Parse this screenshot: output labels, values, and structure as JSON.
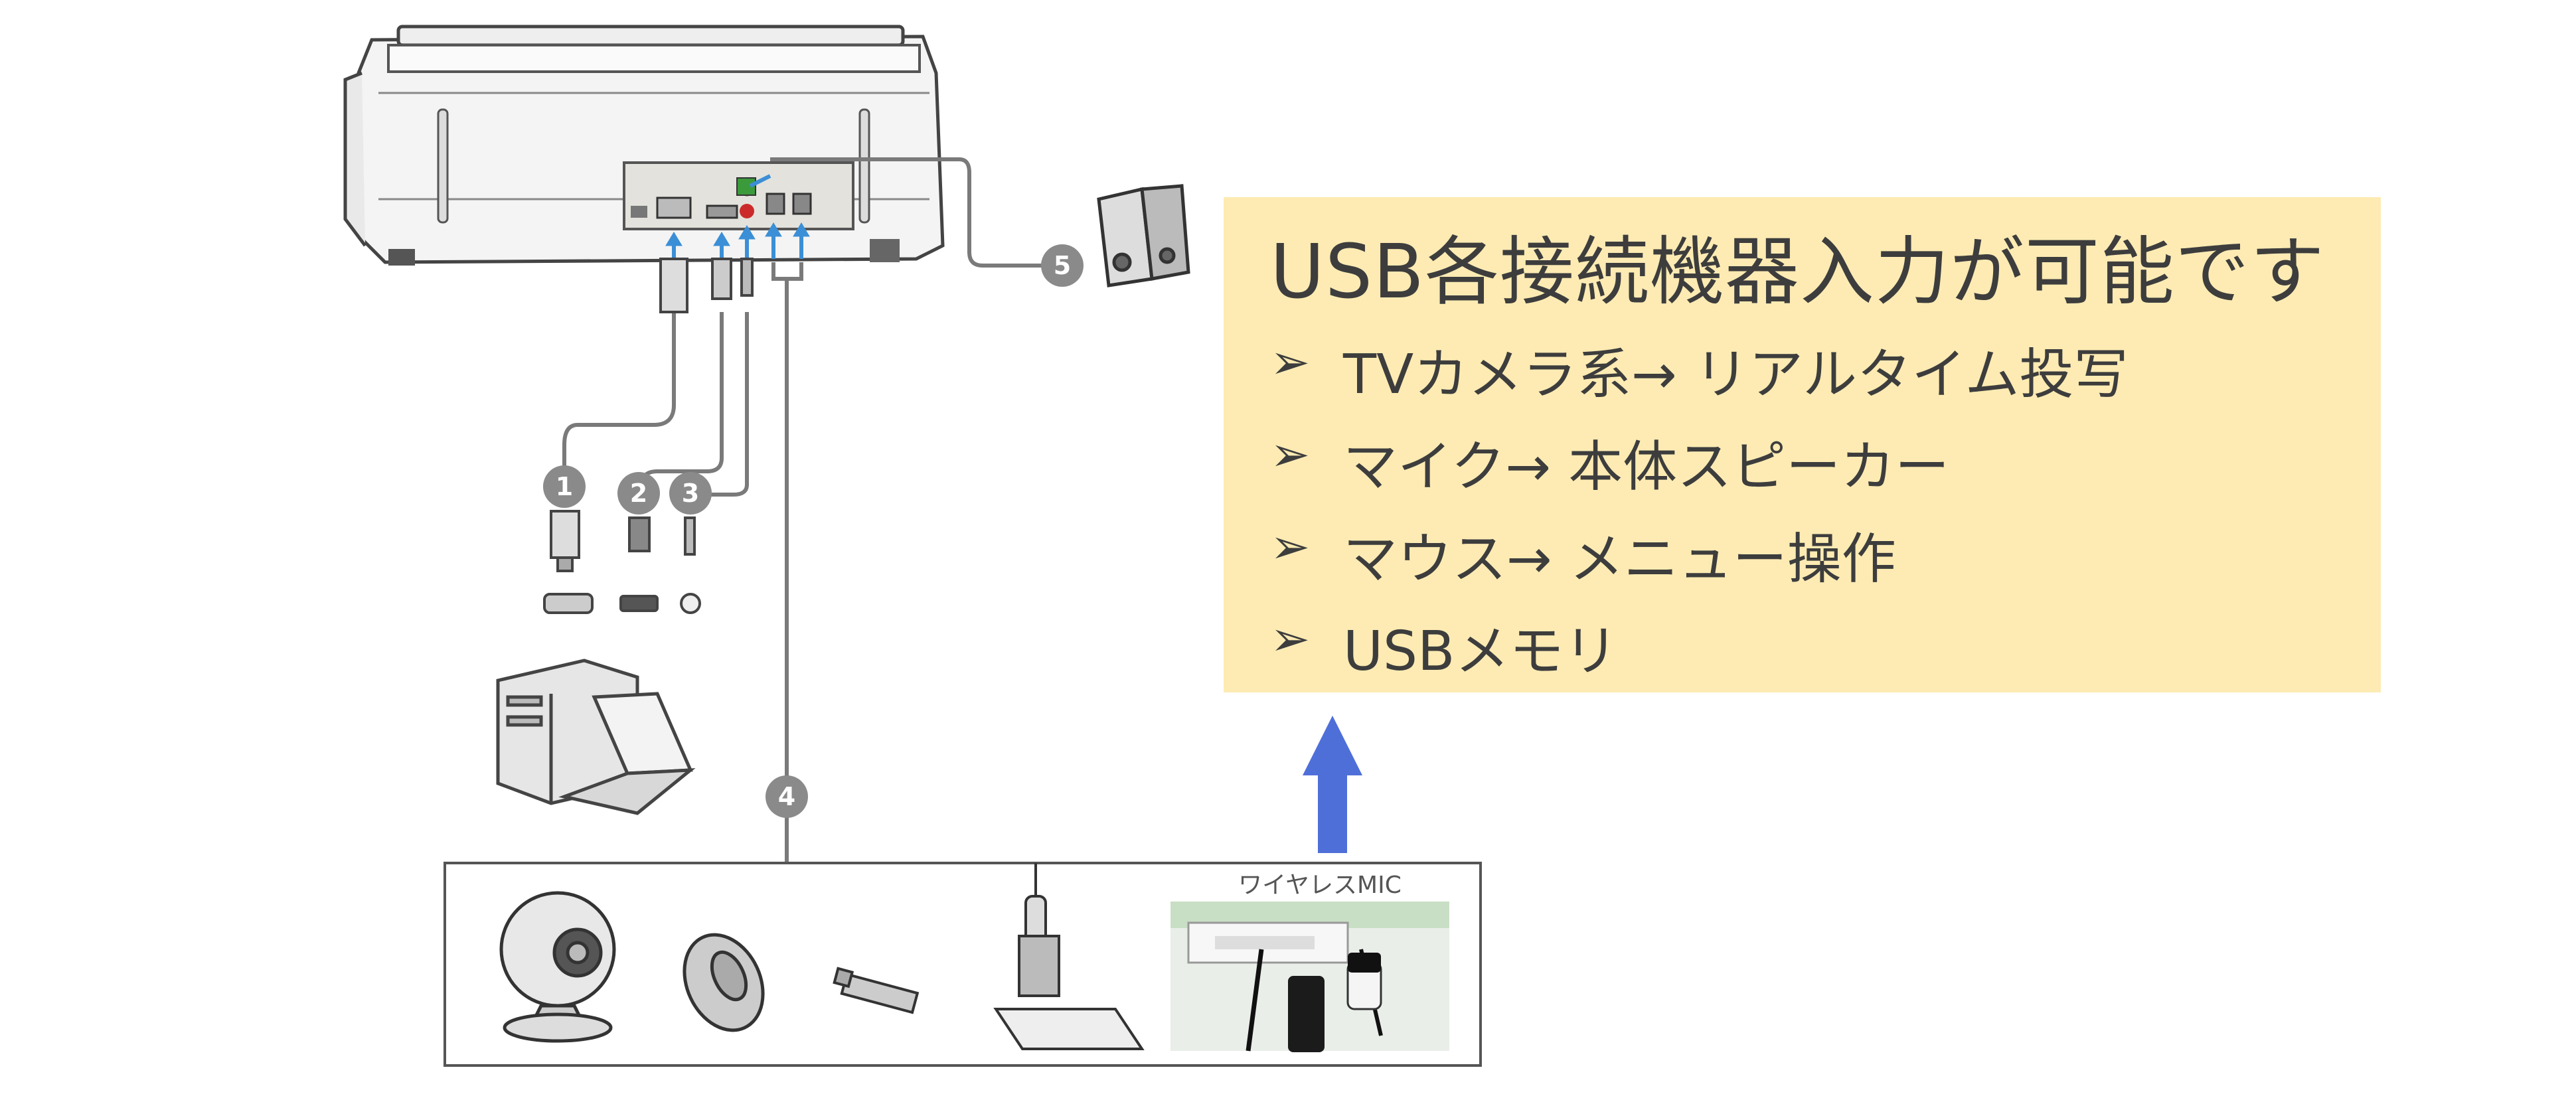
{
  "callout": {
    "title": "USB各接続機器入力が可能です",
    "bullet_symbol": "➢",
    "items": [
      "TVカメラ系→ リアルタイム投写",
      "マイク→ 本体スピーカー",
      "マウス→ メニュー操作",
      "USBメモリ"
    ]
  },
  "devices": {
    "mic_label": "ワイヤレスMIC"
  },
  "badges": [
    "1",
    "2",
    "3",
    "4",
    "5"
  ],
  "colors": {
    "callout_bg": "#fdebb3",
    "up_arrow": "#4f6fd8",
    "cable": "#7a7a7a",
    "badge": "#8a8a8a",
    "port_arrow": "#3b8fd6"
  }
}
